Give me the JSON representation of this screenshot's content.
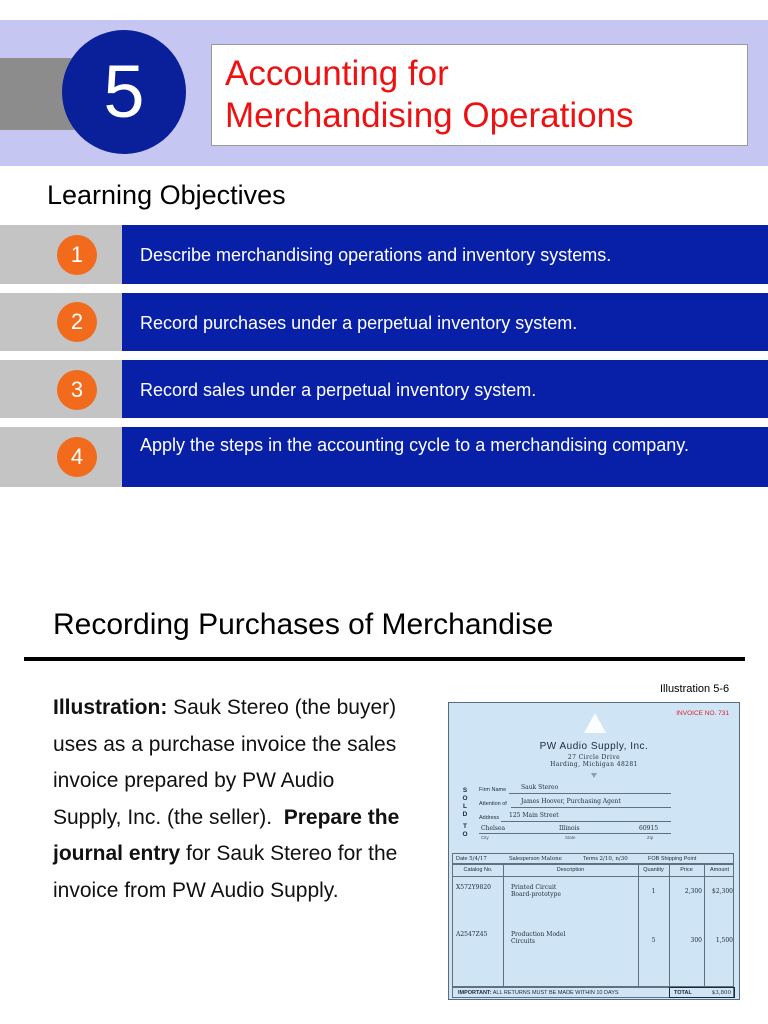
{
  "slide1": {
    "chapter_number": "5",
    "title_line1": "Accounting for",
    "title_line2": "Merchandising Operations",
    "objectives_heading": "Learning Objectives",
    "objectives": [
      {
        "num": "1",
        "text": "Describe merchandising operations and inventory systems."
      },
      {
        "num": "2",
        "text": "Record purchases under a perpetual inventory system."
      },
      {
        "num": "3",
        "text": "Record sales under a perpetual inventory system."
      },
      {
        "num": "4",
        "text": "Apply the steps in the accounting cycle to a merchandising company."
      }
    ]
  },
  "slide2": {
    "title": "Recording Purchases of Merchandise",
    "illustration_label": "Illustration 5-6",
    "body": {
      "lead": "Illustration:",
      "text1": " Sauk Stereo (the buyer) uses as a purchase invoice the sales invoice prepared by PW Audio Supply, Inc. (the seller).",
      "bold2": "Prepare the journal entry",
      "text2": " for Sauk Stereo for the invoice from PW Audio Supply."
    },
    "invoice": {
      "invoice_no": "INVOICE NO. 731",
      "company": "PW Audio Supply, Inc.",
      "address1": "27 Circle Drive",
      "address2": "Harding, Michigan 48281",
      "sold_to_letters": [
        "S",
        "O",
        "L",
        "D",
        "",
        "T",
        "O"
      ],
      "firm_name_label": "Firm Name",
      "firm_name": "Sauk Stereo",
      "attention_label": "Attention of",
      "attention": "James Hoover, Purchasing Agent",
      "address_label": "Address",
      "address": "125 Main Street",
      "city": "Chelsea",
      "state": "Illinois",
      "zip": "60915",
      "city_label": "City",
      "state_label": "State",
      "zip_label": "Zip",
      "date_label": "Date",
      "date": "5/4/17",
      "salesperson_label": "Salesperson",
      "salesperson": "Malone",
      "terms_label": "Terms",
      "terms": "2/10, n/30",
      "fob": "FOB Shipping Point",
      "headers": [
        "Catalog No.",
        "Description",
        "Quantity",
        "Price",
        "Amount"
      ],
      "rows": [
        {
          "catalog": "X572Y9820",
          "desc1": "Printed Circuit",
          "desc2": "Board-prototype",
          "qty": "1",
          "price": "2,300",
          "amount": "$2,300"
        },
        {
          "catalog": "A2547Z45",
          "desc1": "Production Model",
          "desc2": "Circuits",
          "qty": "5",
          "price": "300",
          "amount": "1,500"
        }
      ],
      "important_bold": "IMPORTANT:",
      "important_text": " ALL RETURNS MUST BE MADE WITHIN 10 DAYS",
      "total_label": "TOTAL",
      "total": "$3,800"
    }
  },
  "colors": {
    "header_band": "#c6c6f2",
    "chapter_circle": "#0a1f9a",
    "title_red": "#ee1111",
    "objective_blue": "#0820a8",
    "objective_gray": "#c4c4c4",
    "number_orange": "#f26a1b",
    "invoice_bg": "#cfe5f5"
  }
}
